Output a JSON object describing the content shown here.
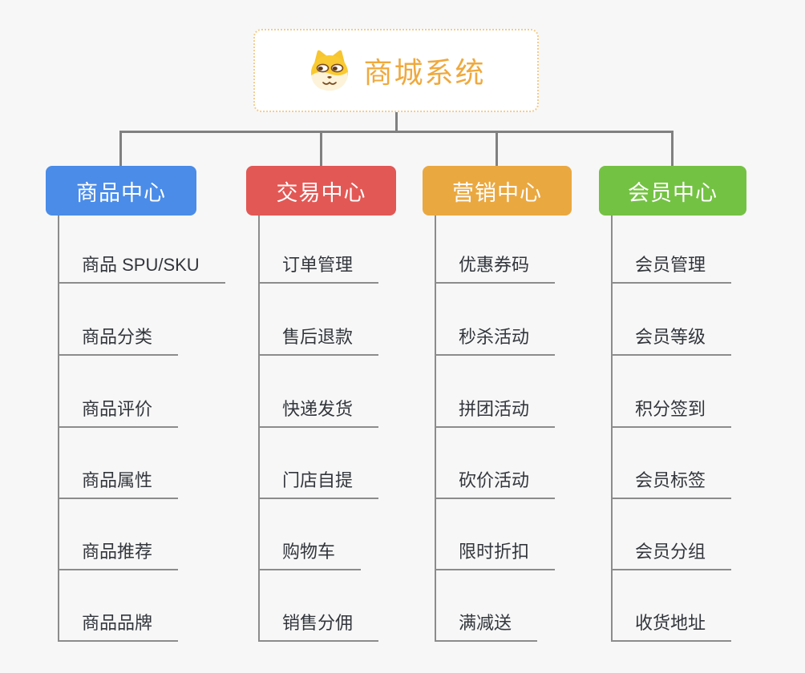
{
  "root": {
    "label": "商城系统",
    "icon": "doge-icon"
  },
  "branches": [
    {
      "label": "商品中心",
      "color": "#4a8ce8",
      "items": [
        "商品 SPU/SKU",
        "商品分类",
        "商品评价",
        "商品属性",
        "商品推荐",
        "商品品牌"
      ]
    },
    {
      "label": "交易中心",
      "color": "#e25855",
      "items": [
        "订单管理",
        "售后退款",
        "快递发货",
        "门店自提",
        "购物车",
        "销售分佣"
      ]
    },
    {
      "label": "营销中心",
      "color": "#eaa840",
      "items": [
        "优惠券码",
        "秒杀活动",
        "拼团活动",
        "砍价活动",
        "限时折扣",
        "满减送"
      ]
    },
    {
      "label": "会员中心",
      "color": "#74c244",
      "items": [
        "会员管理",
        "会员等级",
        "积分签到",
        "会员标签",
        "会员分组",
        "收货地址"
      ]
    }
  ],
  "colors": {
    "connector": "#808080",
    "subtopic_line": "#8c8c8c",
    "subtopic_text": "#32363c",
    "root_text": "#efa93e",
    "root_border": "#f2cc8f",
    "background": "#f7f7f7"
  }
}
